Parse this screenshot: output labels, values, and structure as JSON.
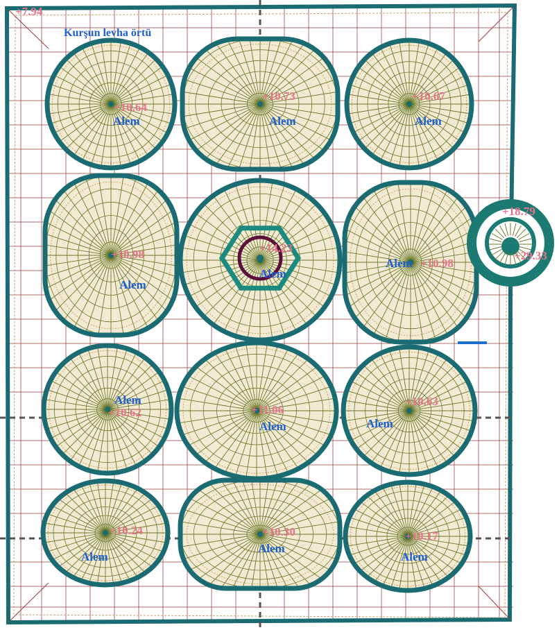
{
  "title_note": "Kurşun levha örtü",
  "corner_elevation": "+7.94",
  "colors": {
    "background": "#ffffff",
    "wall": "#1b6b73",
    "grid": "#9c3a3a",
    "ribs": "#6b7a2a",
    "dome_fill": "#f2ead2",
    "elevation_text": "#e8738a",
    "label_text": "#1f5fd0",
    "axis": "#555555",
    "lantern": "#5a0f3a"
  },
  "domes": [
    {
      "id": "dome-r1c1",
      "elevation": "+10.64",
      "label": "Alem"
    },
    {
      "id": "dome-r1c2",
      "elevation": "+10.73",
      "label": "Alem"
    },
    {
      "id": "dome-r1c3",
      "elevation": "+10.67",
      "label": "Alem"
    },
    {
      "id": "dome-r2c1",
      "elevation": "+10.98",
      "label": "Alem"
    },
    {
      "id": "dome-r2c2",
      "elevation": "+14.23",
      "label": "Alem"
    },
    {
      "id": "dome-r2c3",
      "elevation": "+10.98",
      "label": "Alem"
    },
    {
      "id": "dome-r3c1",
      "elevation": "+10.62",
      "label": "Alem"
    },
    {
      "id": "dome-r3c2",
      "elevation": "+11.06",
      "label": "Alem"
    },
    {
      "id": "dome-r3c3",
      "elevation": "+10.63",
      "label": "Alem"
    },
    {
      "id": "dome-r4c1",
      "elevation": "+10.24",
      "label": "Alem"
    },
    {
      "id": "dome-r4c2",
      "elevation": "+10.30",
      "label": "Alem"
    },
    {
      "id": "dome-r4c3",
      "elevation": "+10.17",
      "label": "Alem"
    }
  ],
  "minaret": {
    "elevation_outer": "+18.79",
    "elevation_inner": "+29.33"
  }
}
